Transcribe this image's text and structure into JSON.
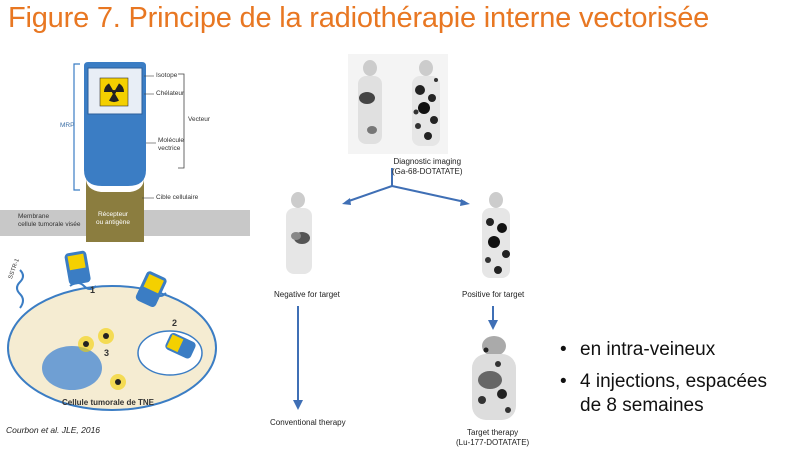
{
  "title": "Figure 7. Principe de la radiothérapie interne vectorisée",
  "schematic": {
    "labels": {
      "isotope": "Isotope",
      "chelator": "Chélateur",
      "vector": "Vecteur",
      "molecule": "Molécule\nvectrice",
      "mrp": "MRP",
      "target": "Cible cellulaire",
      "receptor": "Récepteur\nou antigène",
      "membrane": "Membrane\ncellule tumorale visée"
    }
  },
  "cell": {
    "sstr_label": "SSTR-1",
    "step1": "1",
    "step2": "2",
    "step3": "3",
    "cell_label": "Cellule tumorale de TNE"
  },
  "citation": "Courbon et al. JLE, 2016",
  "flow": {
    "diagnostic": "Diagnostic imaging\n(Ga-68-DOTATATE)",
    "negative": "Negative for target",
    "positive": "Positive for target",
    "conventional": "Conventional therapy",
    "target_therapy": "Target therapy\n(Lu-177-DOTATATE)"
  },
  "bullets": [
    "en intra-veineux",
    "4 injections, espacées de 8 semaines"
  ],
  "colors": {
    "title": "#e87722",
    "vector_blue": "#3b7dc4",
    "arrow_blue": "#3f6fb5",
    "receptor_olive": "#8b7d3f",
    "membrane_gray": "#c8c8c8",
    "cell_fill": "#f5ecd2",
    "nucleus": "#6f9fd3",
    "radioactive_yellow": "#f4d000"
  }
}
